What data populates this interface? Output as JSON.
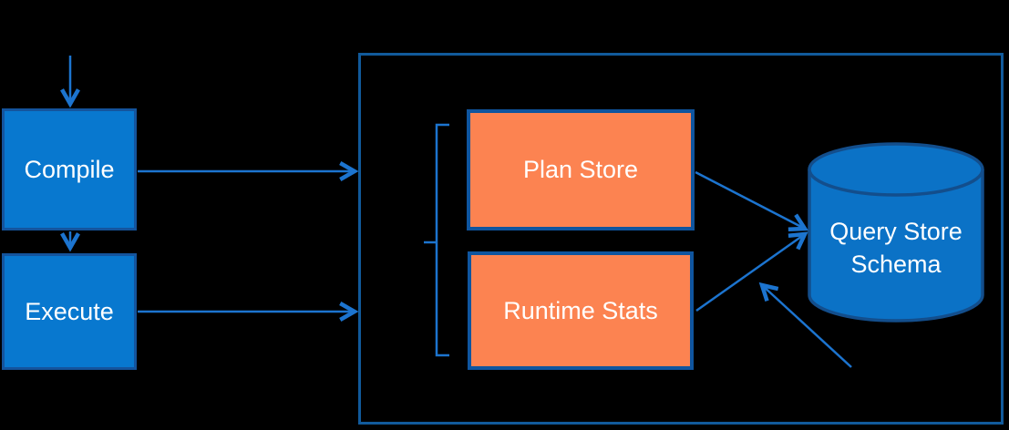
{
  "diagram": {
    "nodes": {
      "compile": {
        "label": "Compile",
        "shape": "rectangle",
        "fill": "blue"
      },
      "execute": {
        "label": "Execute",
        "shape": "rectangle",
        "fill": "blue"
      },
      "plan_store": {
        "label": "Plan Store",
        "shape": "rectangle",
        "fill": "orange"
      },
      "runtime_stats": {
        "label": "Runtime Stats",
        "shape": "rectangle",
        "fill": "orange"
      },
      "query_store_schema": {
        "label": "Query Store Schema",
        "shape": "database-cylinder",
        "fill": "blue"
      },
      "query_store_container": {
        "label": "",
        "shape": "outlined-rectangle"
      }
    },
    "edges": [
      {
        "from": "top-offscreen",
        "to": "compile",
        "style": "arrow"
      },
      {
        "from": "compile",
        "to": "execute",
        "style": "arrow"
      },
      {
        "from": "compile",
        "to": "query_store_container",
        "style": "arrow"
      },
      {
        "from": "execute",
        "to": "query_store_container",
        "style": "arrow"
      },
      {
        "from": "plan_store",
        "to": "query_store_schema",
        "style": "arrow"
      },
      {
        "from": "runtime_stats",
        "to": "query_store_schema",
        "style": "arrow"
      },
      {
        "from": "lower-right-inside-container",
        "to": "runtime_stats-to-schema-area",
        "style": "arrow"
      },
      {
        "group": "bracket grouping plan_store and runtime_stats"
      }
    ]
  },
  "colors": {
    "background": "#000000",
    "box_fill": "#0878CF",
    "box_border": "#14549D",
    "orange_fill": "#FC8351",
    "orange_border": "#0F559F",
    "container_border": "#115A9B",
    "cylinder_fill": "#0B72C6",
    "cylinder_border": "#134E8C",
    "arrow": "#1C74CF",
    "text": "#FFFFFF"
  }
}
